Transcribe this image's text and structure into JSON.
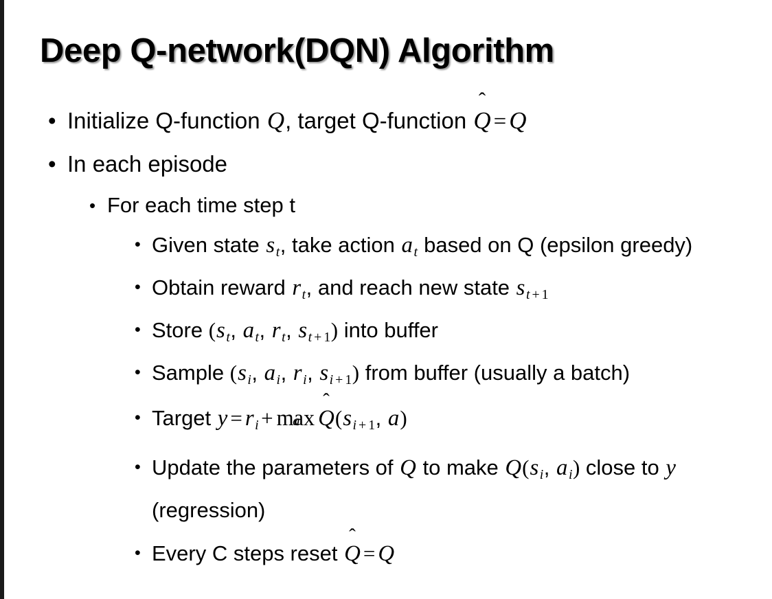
{
  "slide": {
    "title": "Deep Q-network(DQN) Algorithm",
    "background_color": "#ffffff",
    "text_color": "#000000",
    "edge_stripe_color": "#1a1a1a"
  },
  "bullet_glyph": "•",
  "content": {
    "b1": {
      "pre": "Initialize Q-function ",
      "q1": "Q",
      "mid": ", target Q-function ",
      "qhat": "Q",
      "hat": "̂",
      "eq": "=",
      "q2": "Q"
    },
    "b2": {
      "text": "In each episode"
    },
    "b3": {
      "text": "For each time step t"
    },
    "b4": {
      "pre": "Given state ",
      "s": "s",
      "s_sub": "t",
      "mid": ", take action ",
      "a": "a",
      "a_sub": "t",
      "post": " based on Q (epsilon greedy)"
    },
    "b5": {
      "pre": "Obtain reward ",
      "r": "r",
      "r_sub": "t",
      "mid": ", and reach new state ",
      "s": "s",
      "s_sub_var": "t",
      "s_sub_op": "+",
      "s_sub_num": "1"
    },
    "b6": {
      "pre": "Store ",
      "open": "(",
      "s1": "s",
      "s1_sub": "t",
      "c1": ", ",
      "a1": "a",
      "a1_sub": "t",
      "c2": ", ",
      "r1": "r",
      "r1_sub": "t",
      "c3": ", ",
      "s2": "s",
      "s2_sub_var": "t",
      "s2_sub_op": "+",
      "s2_sub_num": "1",
      "close": ")",
      "post": " into buffer"
    },
    "b7": {
      "pre": "Sample ",
      "open": "(",
      "s1": "s",
      "s1_sub": "i",
      "c1": ", ",
      "a1": "a",
      "a1_sub": "i",
      "c2": ", ",
      "r1": "r",
      "r1_sub": "i",
      "c3": ", ",
      "s2": "s",
      "s2_sub_var": "i",
      "s2_sub_op": "+",
      "s2_sub_num": "1",
      "close": ")",
      "post": " from buffer (usually a batch)"
    },
    "b8": {
      "pre": "Target ",
      "y": "y",
      "eq": "=",
      "r": "r",
      "r_sub": "i",
      "plus": "+",
      "max": "max",
      "max_under": "a",
      "qhat": "Q",
      "hat": "̂",
      "open": "(",
      "s": "s",
      "s_sub_var": "i",
      "s_sub_op": "+",
      "s_sub_num": "1",
      "comma": ", ",
      "a": "a",
      "close": ")"
    },
    "b9": {
      "pre": "Update the parameters of ",
      "q1": "Q",
      "mid": " to make ",
      "q2": "Q",
      "open": "(",
      "s": "s",
      "s_sub": "i",
      "comma": ", ",
      "a": "a",
      "a_sub": "i",
      "close": ")",
      "post1": " close to ",
      "y": "y",
      "post2": " (regression)"
    },
    "b10": {
      "pre": "Every C steps reset ",
      "qhat": "Q",
      "hat": "̂",
      "eq": "=",
      "q": "Q"
    }
  }
}
